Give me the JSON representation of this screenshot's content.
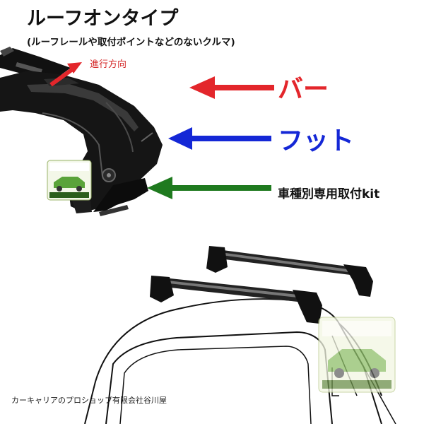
{
  "title": "ルーフオンタイプ",
  "subtitle": "(ルーフレールや取付ポイントなどのないクルマ)",
  "direction_label": "進行方向",
  "labels": {
    "bar": "バー",
    "foot": "フット",
    "kit": "車種別専用取付kit"
  },
  "footer": "カーキャリアのプロショップ有限会社谷川屋",
  "colors": {
    "bar_arrow": "#e3262b",
    "foot_arrow": "#1427d6",
    "kit_arrow": "#1f7a1f",
    "direction_arrow": "#e3262b"
  }
}
